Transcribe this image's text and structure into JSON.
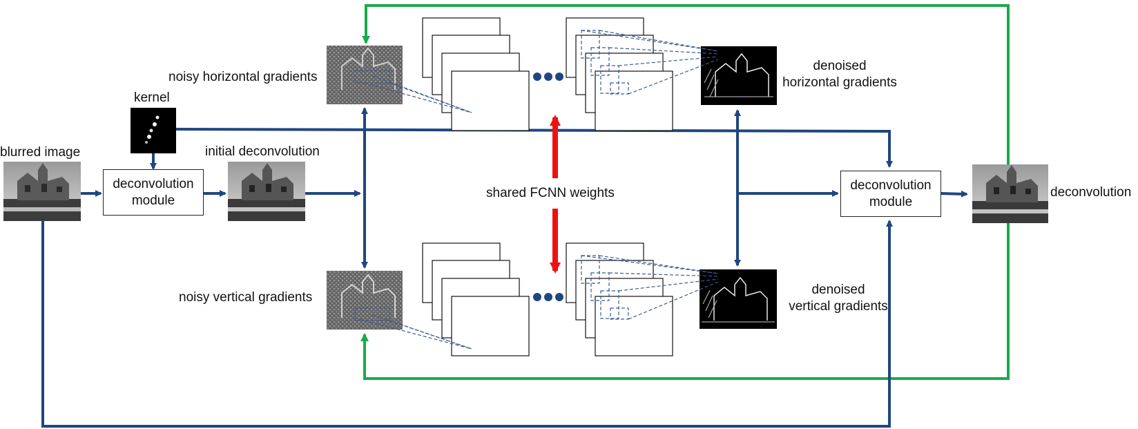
{
  "labels": {
    "blurred_image": "blurred image",
    "kernel": "kernel",
    "initial_deconvolution": "initial deconvolution",
    "noisy_horizontal": "noisy horizontal gradients",
    "noisy_vertical": "noisy vertical  gradients",
    "shared_weights": "shared FCNN weights",
    "denoised_h_line1": "denoised",
    "denoised_h_line2": "horizontal gradients",
    "denoised_v_line1": "denoised",
    "denoised_v_line2": "vertical  gradients",
    "deconvolution_out": "deconvolution"
  },
  "modules": {
    "left_line1": "deconvolution",
    "left_line2": "module",
    "right_line1": "deconvolution",
    "right_line2": "module"
  },
  "colors": {
    "blue_arrow": "#1f4680",
    "green_arrow": "#1aaa4b",
    "red_arrow": "#ee1111",
    "dashed": "#3a5a94"
  },
  "image_descriptions": [
    "blurred-image-thumbnail",
    "kernel-thumbnail",
    "initial-deconvolution-thumbnail",
    "noisy-horizontal-gradients-thumbnail",
    "noisy-vertical-gradients-thumbnail",
    "denoised-horizontal-gradients-thumbnail",
    "denoised-vertical-gradients-thumbnail",
    "deconvolution-output-thumbnail"
  ]
}
